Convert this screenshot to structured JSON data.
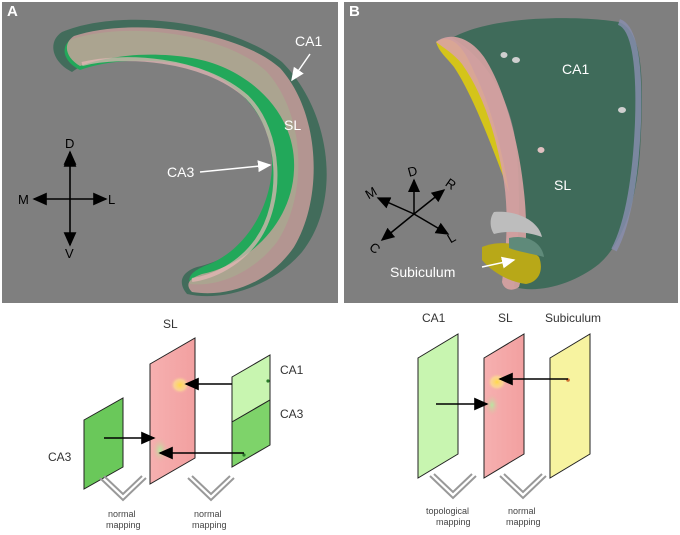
{
  "panel_a": {
    "letter": "A",
    "labels": {
      "ca1": "CA1",
      "sl": "SL",
      "ca3": "CA3"
    },
    "axes": {
      "dorsal": "D",
      "ventral": "V",
      "medial": "M",
      "lateral": "L"
    }
  },
  "panel_b": {
    "letter": "B",
    "labels": {
      "ca1": "CA1",
      "sl": "SL",
      "subiculum": "Subiculum"
    },
    "axes": {
      "dorsal": "D",
      "rostral": "R",
      "medial": "M",
      "caudal": "C",
      "lateral": "L"
    }
  },
  "schematic_left": {
    "top_label": "SL",
    "right_labels": {
      "upper": "CA1",
      "lower": "CA3"
    },
    "left_label": "CA3",
    "captions": [
      {
        "line1": "normal",
        "line2": "mapping"
      },
      {
        "line1": "normal",
        "line2": "mapping"
      }
    ]
  },
  "schematic_right": {
    "top_labels": {
      "left": "CA1",
      "middle": "SL",
      "right": "Subiculum"
    },
    "captions": [
      {
        "line1": "topological",
        "line2": "mapping"
      },
      {
        "line1": "normal",
        "line2": "mapping"
      }
    ]
  },
  "colors": {
    "background_panel": "#7f7f7f",
    "ca1_tissue": "#3f6b5a",
    "sl_tissue": "#d9a3a3",
    "ca3_tissue": "#22a85a",
    "subiculum_tissue": "#d4c41a",
    "sheet_green": "#c8f5b0",
    "sheet_dark_green": "#7ed36a",
    "sheet_pink": "#f4a8a8",
    "sheet_yellow": "#f7f3a0"
  }
}
